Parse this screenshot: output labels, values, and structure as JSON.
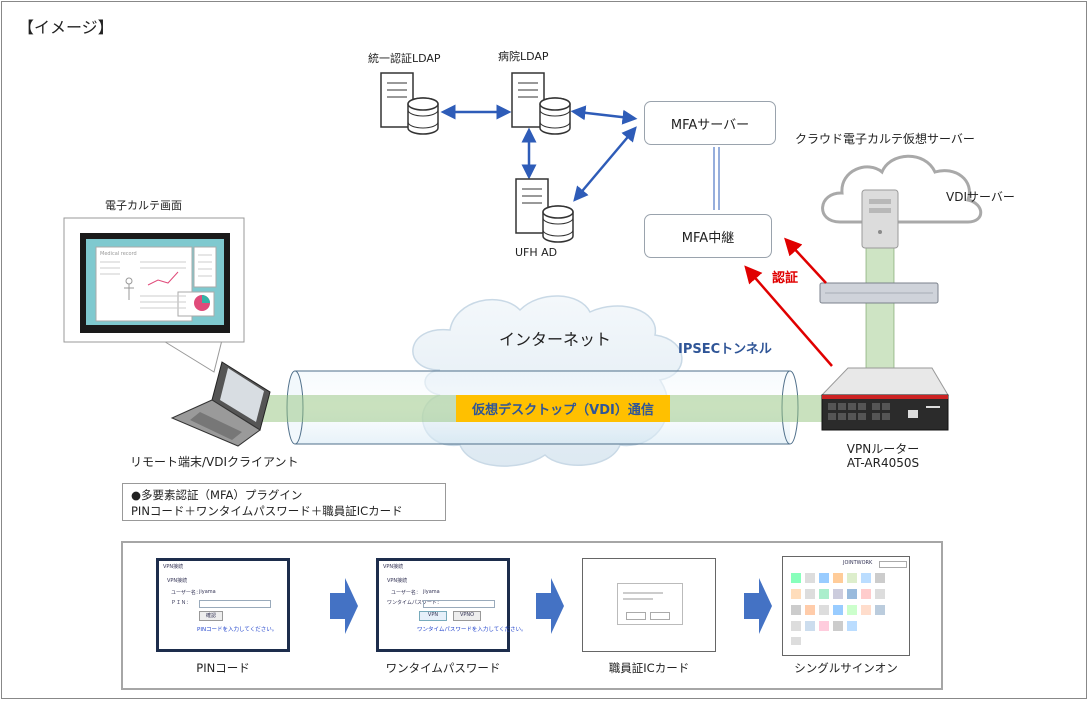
{
  "title": "【イメージ】",
  "servers": {
    "ldap_unified": "統一認証LDAP",
    "ldap_hospital": "病院LDAP",
    "ufh_ad": "UFH AD",
    "mfa_server": "MFAサーバー",
    "mfa_relay": "MFA中継"
  },
  "cloud_vdi": {
    "title": "クラウド電子カルテ仮想サーバー",
    "vdi_server": "VDIサーバー"
  },
  "client": {
    "screen_caption": "電子カルテ画面",
    "screen_window_title": "Medical record",
    "label": "リモート端末/VDIクライアント"
  },
  "network": {
    "internet": "インターネット",
    "ipsec": "IPSECトンネル",
    "vdi_traffic": "仮想デスクトップ（VDI）通信",
    "auth": "認証"
  },
  "router": {
    "name": "VPNルーター",
    "model": "AT-AR4050S"
  },
  "plugin": {
    "line1": "●多要素認証（MFA）プラグイン",
    "line2": "PINコード＋ワンタイムパスワード＋職員証ICカード"
  },
  "flow": {
    "steps": [
      "PINコード",
      "ワンタイムパスワード",
      "職員証ICカード",
      "シングルサインオン"
    ],
    "pin_screen": {
      "window_title": "VPN接続",
      "heading": "VPN接続",
      "user_label": "ユーザー名：",
      "user_value": "jiyama",
      "pin_label": "ＰＩＮ：",
      "button": "確認",
      "message": "PINコードを入力してください。"
    },
    "otp_screen": {
      "window_title": "VPN接続",
      "heading": "VPN接続",
      "user_label": "ユーザー名：",
      "user_value": "jiyama",
      "otp_label": "ワンタイムパスワード：",
      "button1": "VPN",
      "button2": "VPNO",
      "message": "ワンタイムパスワードを入力してください。"
    },
    "sso_screen": {
      "header": "JOINTWORK"
    }
  },
  "colors": {
    "arrow_blue": "#2e5cb8",
    "auth_red": "#e00000",
    "vdi_green": "#93c47d",
    "vdi_label_bg": "#ffc000",
    "text_blue": "#2f5597",
    "step_arrow": "#4472c4"
  }
}
